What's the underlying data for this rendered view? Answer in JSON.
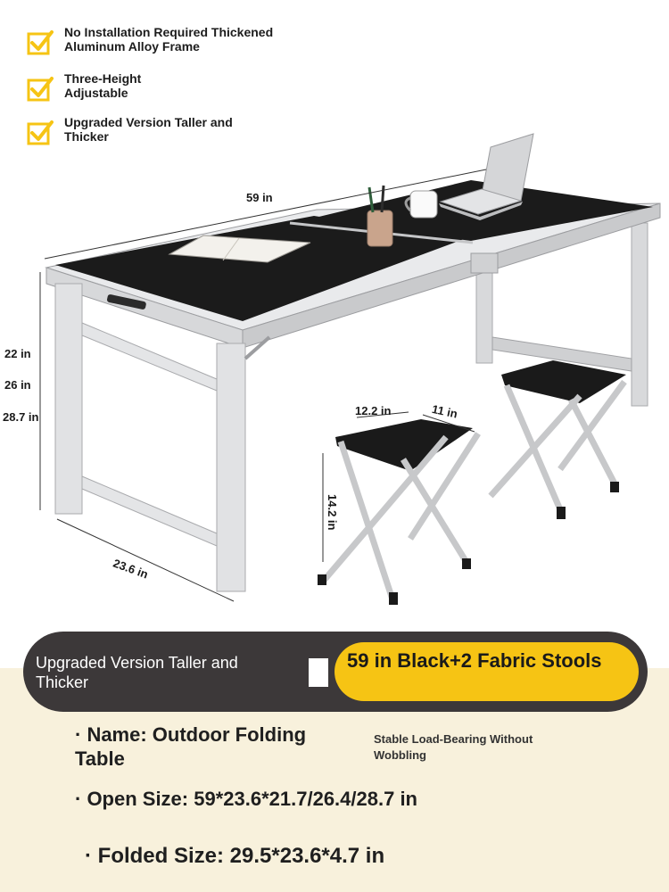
{
  "features": [
    {
      "text": "No Installation Required Thickened Aluminum Alloy Frame"
    },
    {
      "text": "Three-Height Adjustable"
    },
    {
      "text": "Upgraded Version Taller and Thicker"
    }
  ],
  "dimensions": {
    "length": "59 in",
    "width": "23.6 in",
    "height_low": "22 in",
    "height_mid": "26 in",
    "height_high": "28.7 in",
    "stool_width": "12.2 in",
    "stool_depth": "11 in",
    "stool_height": "14.2 in"
  },
  "banner": {
    "left_text": "Upgraded Version Taller and Thicker",
    "option_text": "59 in Black+2 Fabric Stools"
  },
  "specs": {
    "name": "· Name: Outdoor Folding Table",
    "side_note": "Stable Load-Bearing Without Wobbling",
    "open_size": "· Open Size: 59*23.6*21.7/26.4/28.7 in",
    "folded_size": "· Folded Size: 29.5*23.6*4.7 in"
  },
  "colors": {
    "check_yellow": "#f6c414",
    "banner_dark": "#3c3839",
    "pill_yellow": "#f6c414",
    "bottom_bg": "#f8f1dc",
    "tabletop": "#1b1b1b",
    "frame": "#d8d9db"
  },
  "icons": [
    "check-icon",
    "laptop-icon",
    "mug-icon",
    "pen-cup-icon",
    "open-book-icon"
  ]
}
